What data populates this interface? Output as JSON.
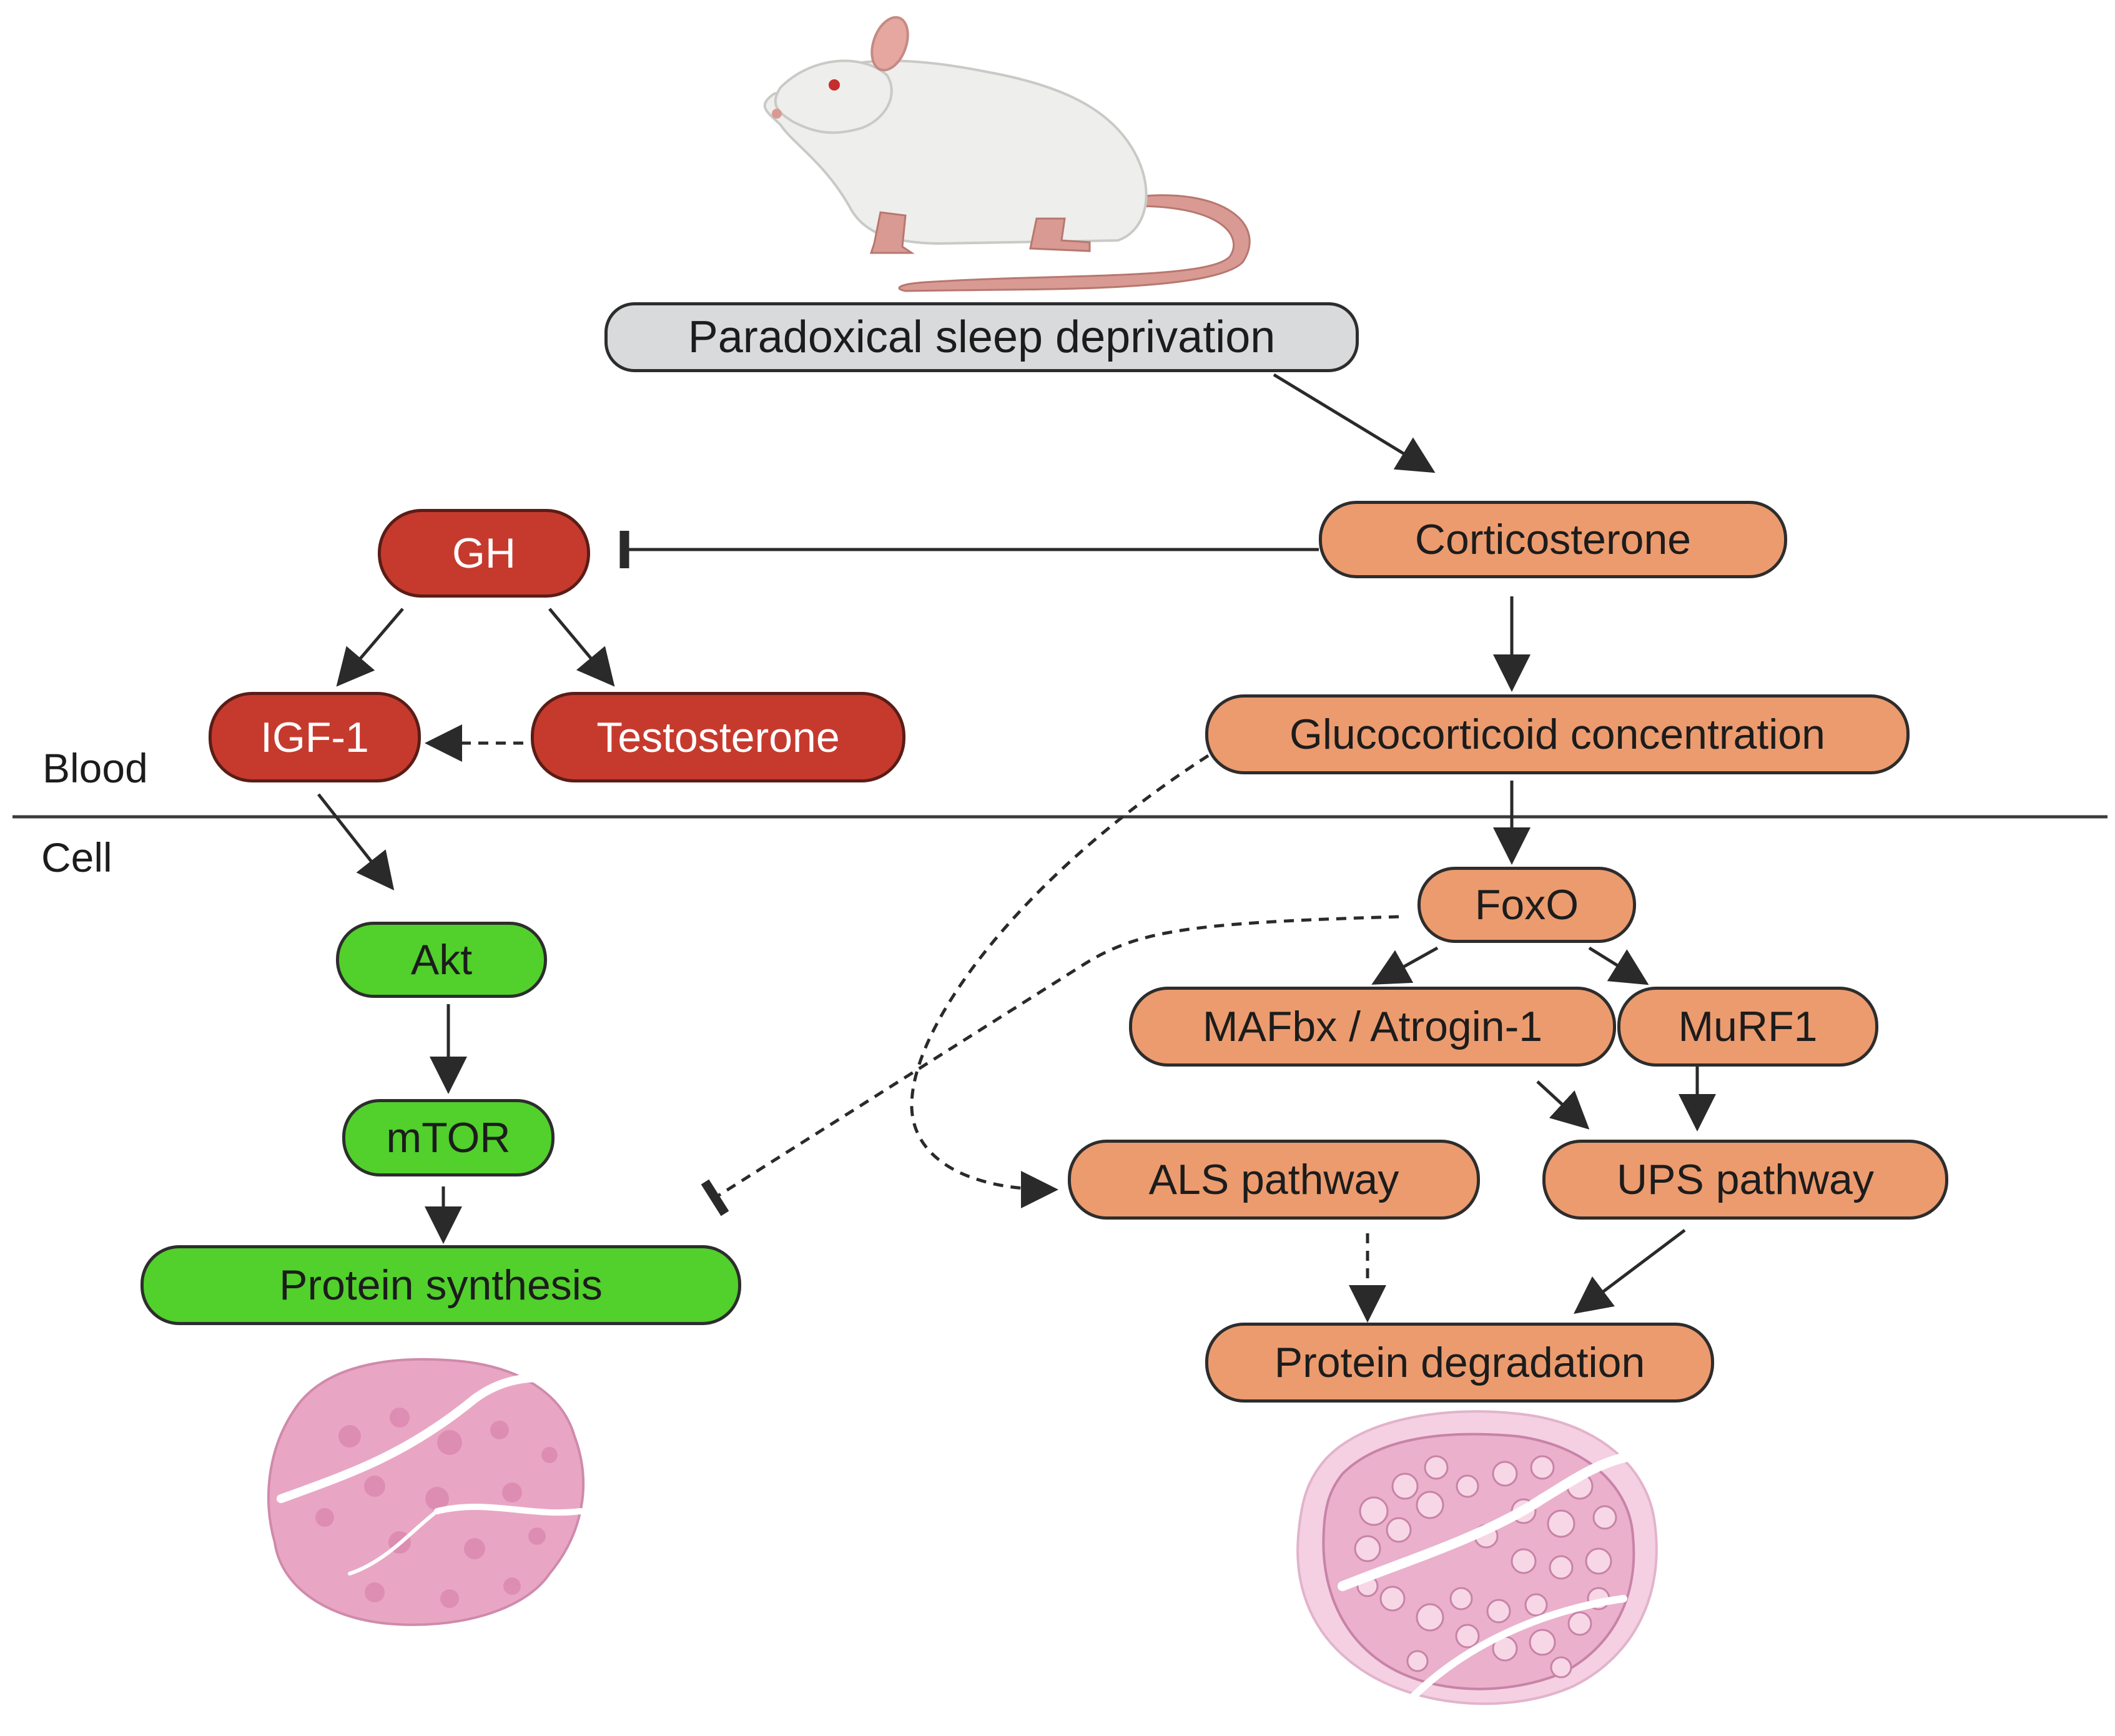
{
  "regions": {
    "blood": "Blood",
    "cell": "Cell"
  },
  "nodes": {
    "psd": "Paradoxical sleep deprivation",
    "gh": "GH",
    "igf1": "IGF-1",
    "testosterone": "Testosterone",
    "corticosterone": "Corticosterone",
    "glucocorticoid": "Glucocorticoid concentration",
    "foxo": "FoxO",
    "mafbx": "MAFbx / Atrogin-1",
    "murf1": "MuRF1",
    "als": "ALS pathway",
    "ups": "UPS pathway",
    "akt": "Akt",
    "mtor": "mTOR",
    "protein_synthesis": "Protein synthesis",
    "protein_degradation": "Protein degradation"
  },
  "edges": [
    {
      "from": "psd",
      "to": "corticosterone",
      "type": "activation",
      "style": "solid"
    },
    {
      "from": "corticosterone",
      "to": "gh",
      "type": "inhibition",
      "style": "solid"
    },
    {
      "from": "corticosterone",
      "to": "glucocorticoid",
      "type": "activation",
      "style": "solid"
    },
    {
      "from": "gh",
      "to": "igf1",
      "type": "activation",
      "style": "solid"
    },
    {
      "from": "gh",
      "to": "testosterone",
      "type": "activation",
      "style": "solid"
    },
    {
      "from": "testosterone",
      "to": "igf1",
      "type": "activation",
      "style": "dashed"
    },
    {
      "from": "igf1",
      "to": "akt",
      "type": "activation",
      "style": "solid"
    },
    {
      "from": "akt",
      "to": "mtor",
      "type": "activation",
      "style": "solid"
    },
    {
      "from": "mtor",
      "to": "protein_synthesis",
      "type": "activation",
      "style": "solid"
    },
    {
      "from": "glucocorticoid",
      "to": "foxo",
      "type": "activation",
      "style": "solid"
    },
    {
      "from": "glucocorticoid",
      "to": "als",
      "type": "activation",
      "style": "dashed"
    },
    {
      "from": "foxo",
      "to": "protein_synthesis",
      "type": "inhibition",
      "style": "dashed"
    },
    {
      "from": "foxo",
      "to": "mafbx",
      "type": "activation",
      "style": "solid"
    },
    {
      "from": "foxo",
      "to": "murf1",
      "type": "activation",
      "style": "solid"
    },
    {
      "from": "mafbx",
      "to": "ups",
      "type": "activation",
      "style": "solid"
    },
    {
      "from": "murf1",
      "to": "ups",
      "type": "activation",
      "style": "solid"
    },
    {
      "from": "als",
      "to": "protein_degradation",
      "type": "activation",
      "style": "dashed"
    },
    {
      "from": "ups",
      "to": "protein_degradation",
      "type": "activation",
      "style": "solid"
    }
  ],
  "colors": {
    "trigger": "#d8dadb",
    "blood_hormones": "#c63a2e",
    "catabolic": "#ec9b6e",
    "anabolic": "#52d02c",
    "tissue": "#e9a6c4",
    "rat_body": "#eeeeec",
    "rat_tail": "#d89a92"
  },
  "illustrations": [
    "rat",
    "muscle-cross-section-healthy",
    "muscle-cross-section-atrophied"
  ]
}
